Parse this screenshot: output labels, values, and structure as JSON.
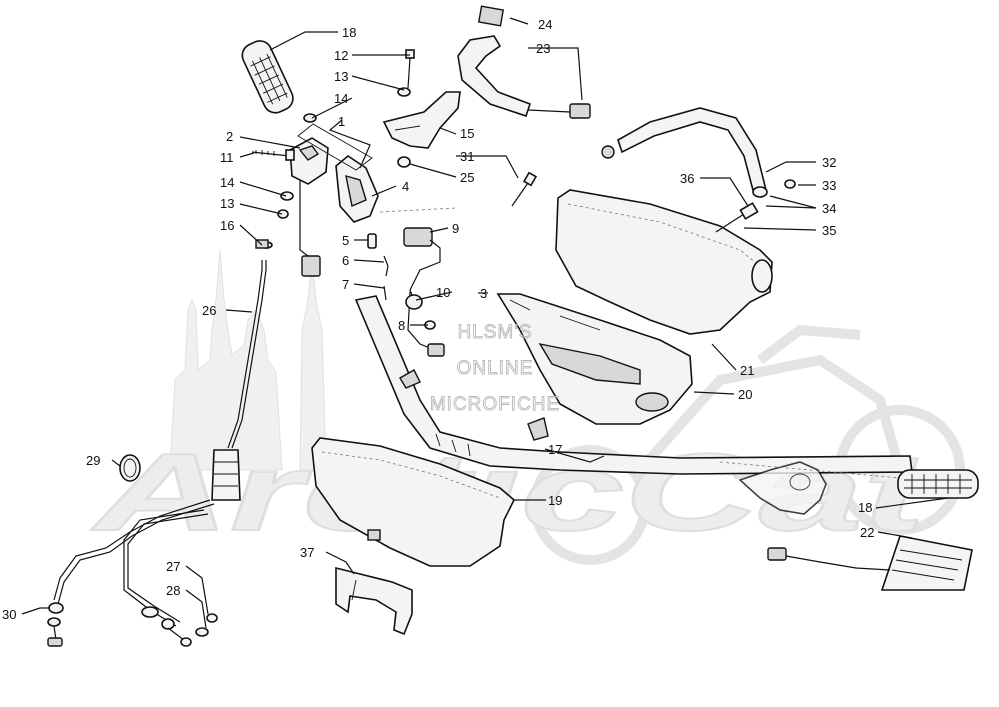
{
  "watermark": {
    "lines": [
      "HLSM'S",
      "ONLINE",
      "MICROFICHE"
    ],
    "brand": "ArcticCat"
  },
  "callouts": [
    {
      "id": "c1",
      "text": "1"
    },
    {
      "id": "c2",
      "text": "2"
    },
    {
      "id": "c3",
      "text": "3"
    },
    {
      "id": "c4",
      "text": "4"
    },
    {
      "id": "c5",
      "text": "5"
    },
    {
      "id": "c6",
      "text": "6"
    },
    {
      "id": "c7",
      "text": "7"
    },
    {
      "id": "c8",
      "text": "8"
    },
    {
      "id": "c9",
      "text": "9"
    },
    {
      "id": "c10",
      "text": "10"
    },
    {
      "id": "c11",
      "text": "11"
    },
    {
      "id": "c12",
      "text": "12"
    },
    {
      "id": "c13a",
      "text": "13"
    },
    {
      "id": "c13b",
      "text": "13"
    },
    {
      "id": "c14a",
      "text": "14"
    },
    {
      "id": "c14b",
      "text": "14"
    },
    {
      "id": "c15",
      "text": "15"
    },
    {
      "id": "c16",
      "text": "16"
    },
    {
      "id": "c17",
      "text": "17"
    },
    {
      "id": "c18a",
      "text": "18"
    },
    {
      "id": "c18b",
      "text": "18"
    },
    {
      "id": "c19",
      "text": "19"
    },
    {
      "id": "c20",
      "text": "20"
    },
    {
      "id": "c21",
      "text": "21"
    },
    {
      "id": "c22",
      "text": "22"
    },
    {
      "id": "c23",
      "text": "23"
    },
    {
      "id": "c24",
      "text": "24"
    },
    {
      "id": "c25",
      "text": "25"
    },
    {
      "id": "c26",
      "text": "26"
    },
    {
      "id": "c27",
      "text": "27"
    },
    {
      "id": "c28",
      "text": "28"
    },
    {
      "id": "c29",
      "text": "29"
    },
    {
      "id": "c30",
      "text": "30"
    },
    {
      "id": "c31",
      "text": "31"
    },
    {
      "id": "c32",
      "text": "32"
    },
    {
      "id": "c33",
      "text": "33"
    },
    {
      "id": "c34",
      "text": "34"
    },
    {
      "id": "c35",
      "text": "35"
    },
    {
      "id": "c36",
      "text": "36"
    },
    {
      "id": "c37",
      "text": "37"
    }
  ]
}
